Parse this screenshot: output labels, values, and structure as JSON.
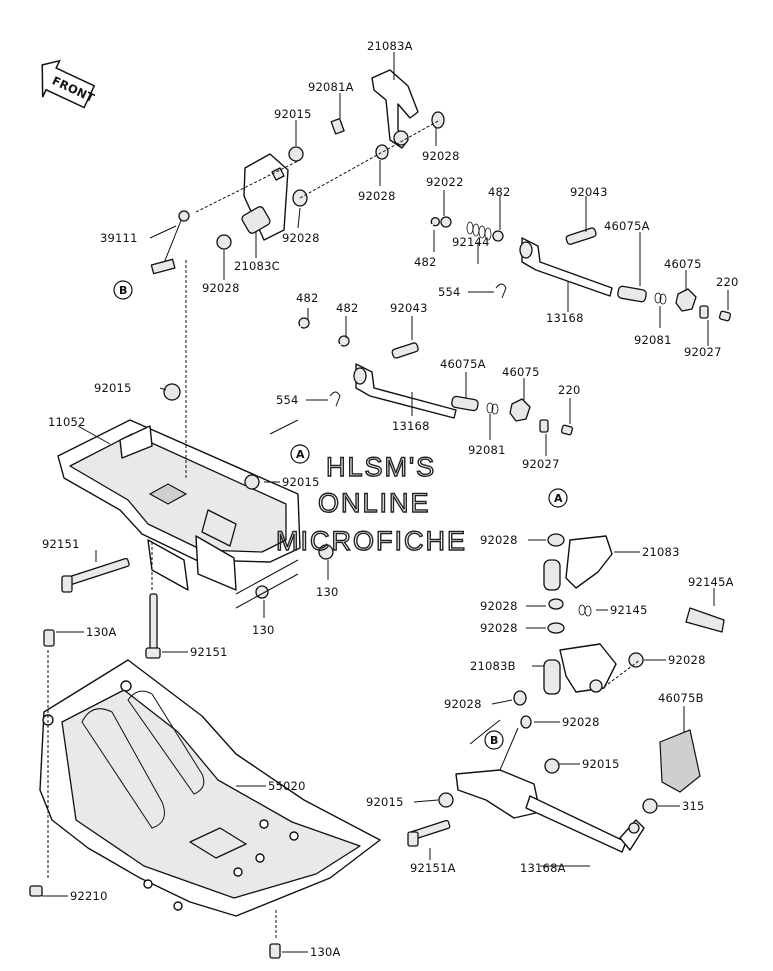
{
  "orientation": {
    "label": "FRONT"
  },
  "watermark": [
    "HLSM'S",
    "ONLINE",
    "MICROFICHE"
  ],
  "refs": {
    "a": "A",
    "b": "B"
  },
  "parts": {
    "p21083A": "21083A",
    "p92081A": "92081A",
    "p92015_a": "92015",
    "p92028_a": "92028",
    "p92028_b": "92028",
    "p92022": "92022",
    "p482_a": "482",
    "p92043_a": "92043",
    "p39111": "39111",
    "p92028_c": "92028",
    "p21083C": "21083C",
    "p92028_d": "92028",
    "p482_b": "482",
    "p92144": "92144",
    "p46075A_a": "46075A",
    "p46075_a": "46075",
    "p220_a": "220",
    "p554_a": "554",
    "p13168_a": "13168",
    "p92081_a": "92081",
    "p92027_a": "92027",
    "p482_c": "482",
    "p482_d": "482",
    "p92043_b": "92043",
    "p92015_b": "92015",
    "p554_b": "554",
    "p46075A_b": "46075A",
    "p46075_b": "46075",
    "p220_b": "220",
    "p13168_b": "13168",
    "p92081_b": "92081",
    "p92027_b": "92027",
    "p11052": "11052",
    "p92015_c": "92015",
    "p92151_a": "92151",
    "p130_a": "130",
    "p130_b": "130",
    "p92028_e": "92028",
    "p21083": "21083",
    "p92145A": "92145A",
    "p92028_f": "92028",
    "p92145": "92145",
    "p92028_g": "92028",
    "p130A_a": "130A",
    "p92151_b": "92151",
    "p21083B": "21083B",
    "p92028_h": "92028",
    "p46075B": "46075B",
    "p92028_i": "92028",
    "p92028_j": "92028",
    "p92015_d": "92015",
    "p55020": "55020",
    "p92015_e": "92015",
    "p315": "315",
    "p92151A": "92151A",
    "p13168A": "13168A",
    "p92210": "92210",
    "p130A_b": "130A"
  }
}
